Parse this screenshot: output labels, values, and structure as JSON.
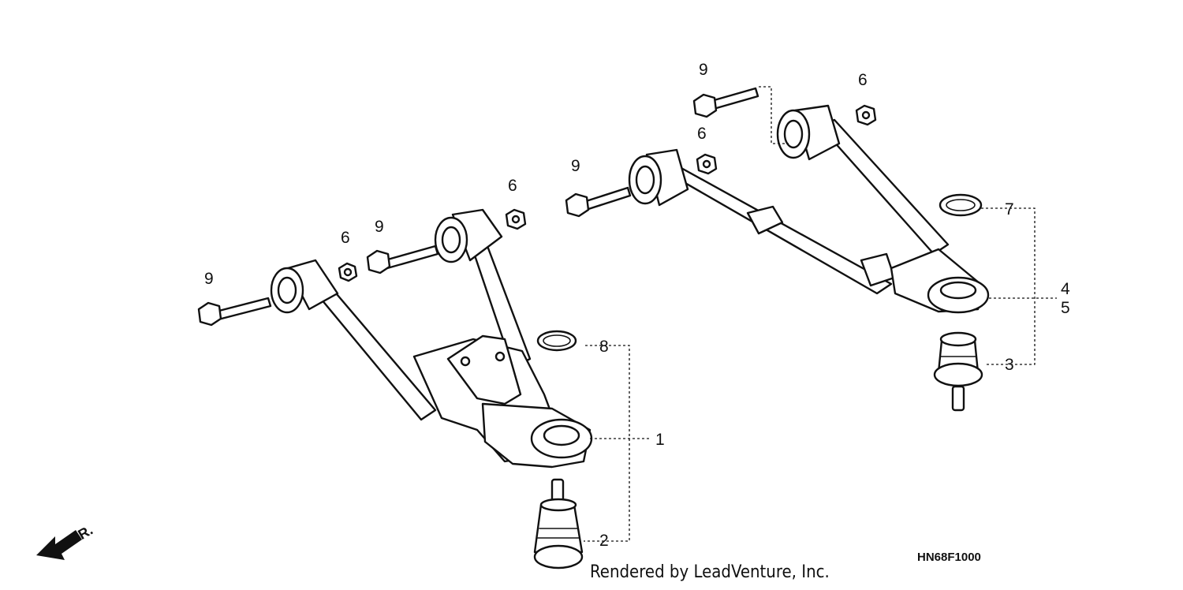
{
  "callouts": {
    "c1": "1",
    "c2": "2",
    "c3": "3",
    "c4": "4",
    "c5": "5",
    "c6a": "6",
    "c6b": "6",
    "c6c": "6",
    "c6d": "6",
    "c7": "7",
    "c8": "8",
    "c9a": "9",
    "c9b": "9",
    "c9c": "9",
    "c9d": "9"
  },
  "front_arrow": {
    "label": "FR."
  },
  "diagram_code": "HN68F1000",
  "credit": "Rendered by LeadVenture, Inc."
}
